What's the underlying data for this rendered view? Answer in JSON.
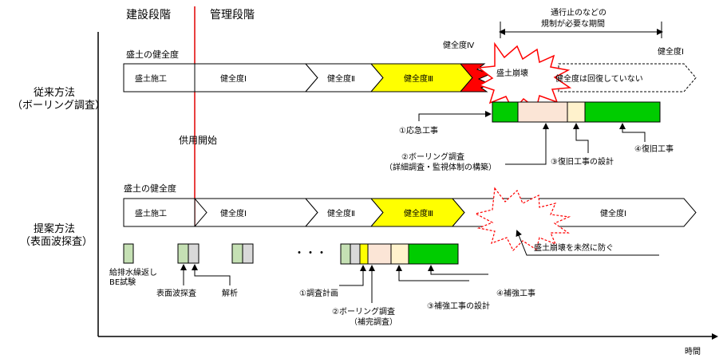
{
  "phases": {
    "construction": "建設段階",
    "management": "管理段階",
    "service_start": "供用開始"
  },
  "axis": {
    "x_label": "時間"
  },
  "conventional": {
    "label_line1": "従来方法",
    "label_line2": "（ボーリング調査）",
    "embankment_health_label": "盛土の健全度",
    "blocks": {
      "construction": "盛土施工",
      "h1": "健全度Ⅰ",
      "h2": "健全度Ⅱ",
      "h3": "健全度Ⅲ",
      "h4_label": "健全度Ⅳ",
      "collapse": "盛土崩壊",
      "not_recovered": "健全度は回復していない",
      "h1_right_label": "健全度Ⅰ"
    },
    "closure_note_line1": "通行止のなどの",
    "closure_note_line2": "規制が必要な期間",
    "steps": {
      "emergency": "①応急工事",
      "boring_line1": "②ボーリング調査",
      "boring_line2": "（詳細調査・監視体制の構築）",
      "restore_design": "③復旧工事の設計",
      "restore_work": "④復旧工事"
    }
  },
  "proposed": {
    "label_line1": "提案方法",
    "label_line2": "（表面波探査）",
    "embankment_health_label": "盛土の健全度",
    "blocks": {
      "construction": "盛土施工",
      "h1": "健全度Ⅰ",
      "h2": "健全度Ⅱ",
      "h3": "健全度Ⅲ",
      "h1_end": "健全度Ⅰ"
    },
    "prevent_note": "盛土崩壊を未然に防ぐ",
    "ellipsis": "・・・",
    "legend": {
      "cycle_line1": "給排水繰返し",
      "cycle_line2": "BE試験",
      "surface_wave": "表面波探査",
      "analysis": "解析"
    },
    "steps": {
      "survey_plan": "①調査計画",
      "boring_line1": "②ボーリング調査",
      "boring_line2": "（補完調査）",
      "reinforce_design": "③補強工事の設計",
      "reinforce_work": "④補強工事"
    }
  },
  "colors": {
    "red_line": "#e00000",
    "yellow": "#ffff00",
    "green": "#00cc00",
    "light_green": "#c5e0b4",
    "light_gray": "#d9d9d9",
    "peach": "#fbe5d6",
    "cream": "#fff2cc",
    "red_fill": "#ff0000"
  }
}
